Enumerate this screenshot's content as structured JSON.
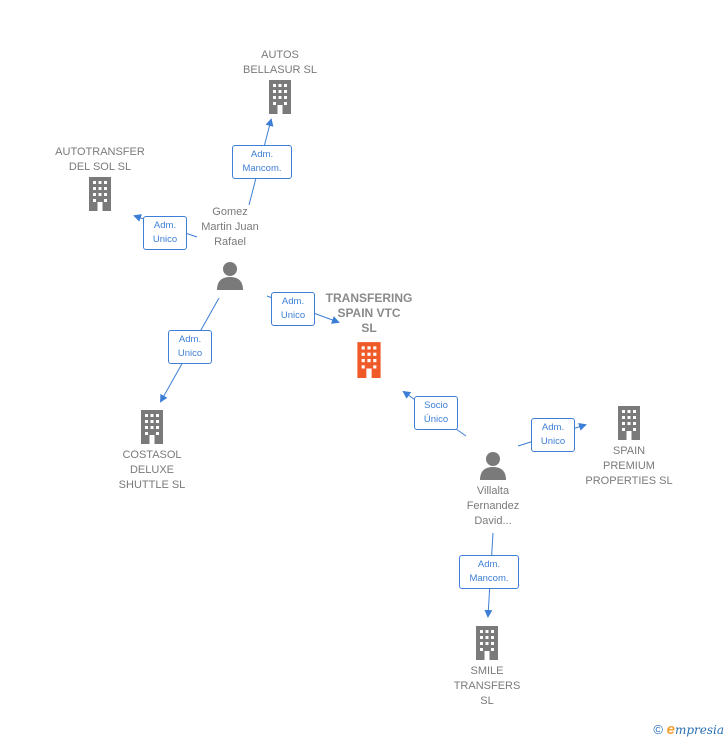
{
  "colors": {
    "building": "#7a7a7a",
    "focus": "#f05a28",
    "edge": "#3d7fd6",
    "person": "#7a7a7a"
  },
  "nodes": {
    "autos_bellasur": {
      "label": "AUTOS\nBELLASUR SL",
      "icon": "building-icon"
    },
    "autotransfer": {
      "label": "AUTOTRANSFER\nDEL SOL SL",
      "icon": "building-icon"
    },
    "gomez": {
      "label": "Gomez\nMartin Juan\nRafael",
      "icon": "person-icon"
    },
    "transfering": {
      "label": "TRANSFERING\nSPAIN VTC\nSL",
      "icon": "building-icon"
    },
    "costasol": {
      "label": "COSTASOL\nDELUXE\nSHUTTLE  SL",
      "icon": "building-icon"
    },
    "villalta": {
      "label": "Villalta\nFernandez\nDavid...",
      "icon": "person-icon"
    },
    "spain_premium": {
      "label": "SPAIN\nPREMIUM\nPROPERTIES SL",
      "icon": "building-icon"
    },
    "smile": {
      "label": "SMILE\nTRANSFERS\nSL",
      "icon": "building-icon"
    }
  },
  "edges": {
    "e1": "Adm.\nMancom.",
    "e2": "Adm.\nUnico",
    "e3": "Adm.\nUnico",
    "e4": "Adm.\nUnico",
    "e5": "Socio\nÚnico",
    "e6": "Adm.\nUnico",
    "e7": "Adm.\nMancom."
  },
  "footer": {
    "copyright": "©",
    "brand_initial": "e",
    "brand_rest": "mpresia"
  }
}
